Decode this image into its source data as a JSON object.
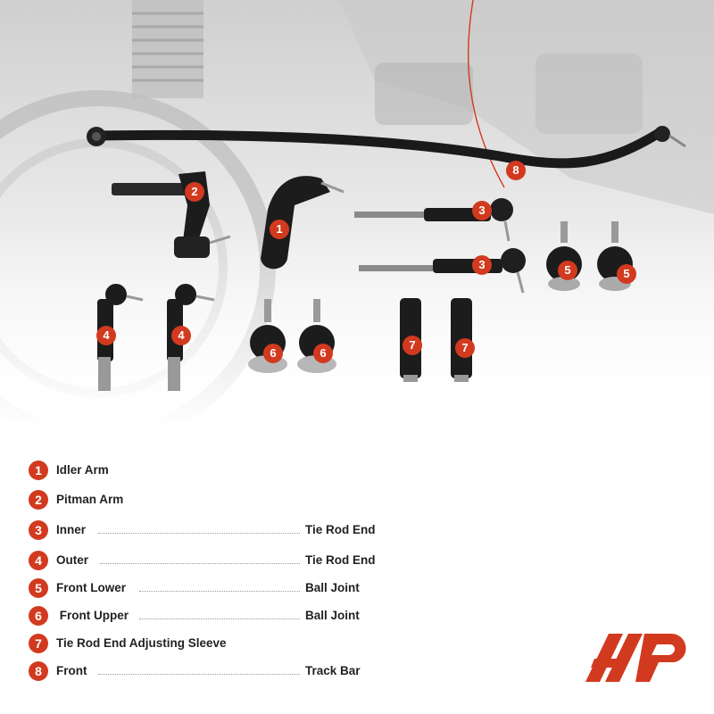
{
  "legend": [
    {
      "num": "1",
      "label": "Idler Arm",
      "right": ""
    },
    {
      "num": "2",
      "label": "Pitman Arm",
      "right": ""
    },
    {
      "num": "3",
      "label": "Inner",
      "right": "Tie Rod End"
    },
    {
      "num": "4",
      "label": "Outer",
      "right": "Tie Rod End"
    },
    {
      "num": "5",
      "label": "Front Lower",
      "right": "Ball Joint"
    },
    {
      "num": "6",
      "label": " Front Upper",
      "right": "Ball Joint"
    },
    {
      "num": "7",
      "label": "Tie Rod End Adjusting Sleeve",
      "right": ""
    },
    {
      "num": "8",
      "label": "Front",
      "right": "Track Bar"
    }
  ],
  "part_tags": {
    "track_bar": "8",
    "pitman_arm": "2",
    "idler_arm": "1",
    "inner_tie_rod_a": "3",
    "inner_tie_rod_b": "3",
    "lower_ball_joint_a": "5",
    "lower_ball_joint_b": "5",
    "outer_tie_rod_a": "4",
    "outer_tie_rod_b": "4",
    "upper_ball_joint_a": "6",
    "upper_ball_joint_b": "6",
    "adjusting_sleeve_a": "7",
    "adjusting_sleeve_b": "7"
  },
  "colors": {
    "accent": "#d23a1f",
    "text": "#222222"
  },
  "logo": {
    "icon": "brand-logo-icon"
  }
}
